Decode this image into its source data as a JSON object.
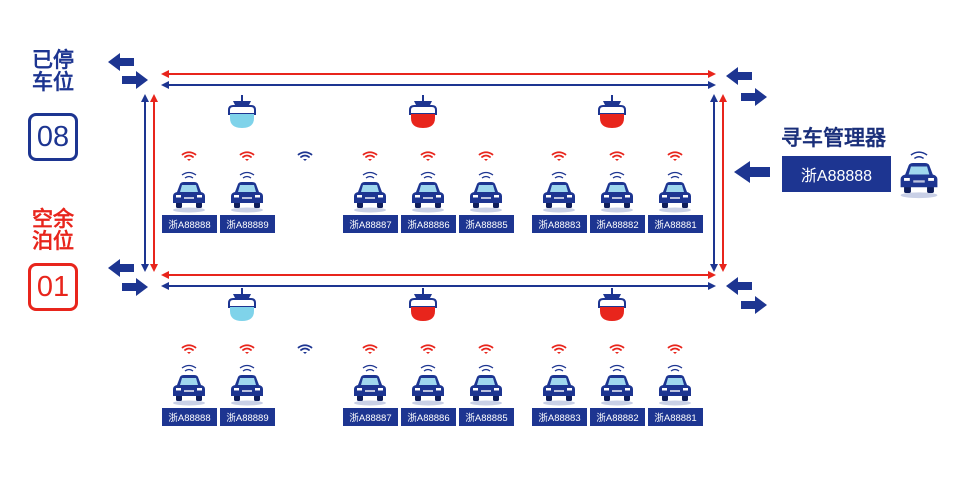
{
  "legend": {
    "occupied": {
      "title_line1": "已停",
      "title_line2": "车位",
      "count": "08",
      "color": "#1d3591"
    },
    "free": {
      "title_line1": "空余",
      "title_line2": "泊位",
      "count": "01",
      "color": "#e8251c"
    }
  },
  "finder": {
    "title": "寻车管理器",
    "plate": "浙A88888"
  },
  "colors": {
    "blue": "#1d3591",
    "red": "#e8251c",
    "cyan": "#7fd3ea",
    "plate_bg": "#1d3591"
  },
  "rows": [
    {
      "groups": [
        {
          "lamp": "cyan",
          "spots": [
            {
              "plate": "浙A88888",
              "signal": "red"
            },
            {
              "plate": "浙A88889",
              "signal": "red"
            },
            {
              "plate": "",
              "signal": "blue"
            }
          ]
        },
        {
          "lamp": "red",
          "spots": [
            {
              "plate": "浙A88887",
              "signal": "red"
            },
            {
              "plate": "浙A88886",
              "signal": "red"
            },
            {
              "plate": "浙A88885",
              "signal": "red"
            }
          ]
        },
        {
          "lamp": "red",
          "spots": [
            {
              "plate": "浙A88883",
              "signal": "red"
            },
            {
              "plate": "浙A88882",
              "signal": "red"
            },
            {
              "plate": "浙A88881",
              "signal": "red"
            }
          ]
        }
      ]
    },
    {
      "groups": [
        {
          "lamp": "cyan",
          "spots": [
            {
              "plate": "浙A88888",
              "signal": "red"
            },
            {
              "plate": "浙A88889",
              "signal": "red"
            },
            {
              "plate": "",
              "signal": "blue"
            }
          ]
        },
        {
          "lamp": "red",
          "spots": [
            {
              "plate": "浙A88887",
              "signal": "red"
            },
            {
              "plate": "浙A88886",
              "signal": "red"
            },
            {
              "plate": "浙A88885",
              "signal": "red"
            }
          ]
        },
        {
          "lamp": "red",
          "spots": [
            {
              "plate": "浙A88883",
              "signal": "red"
            },
            {
              "plate": "浙A88882",
              "signal": "red"
            },
            {
              "plate": "浙A88881",
              "signal": "red"
            }
          ]
        }
      ]
    }
  ]
}
